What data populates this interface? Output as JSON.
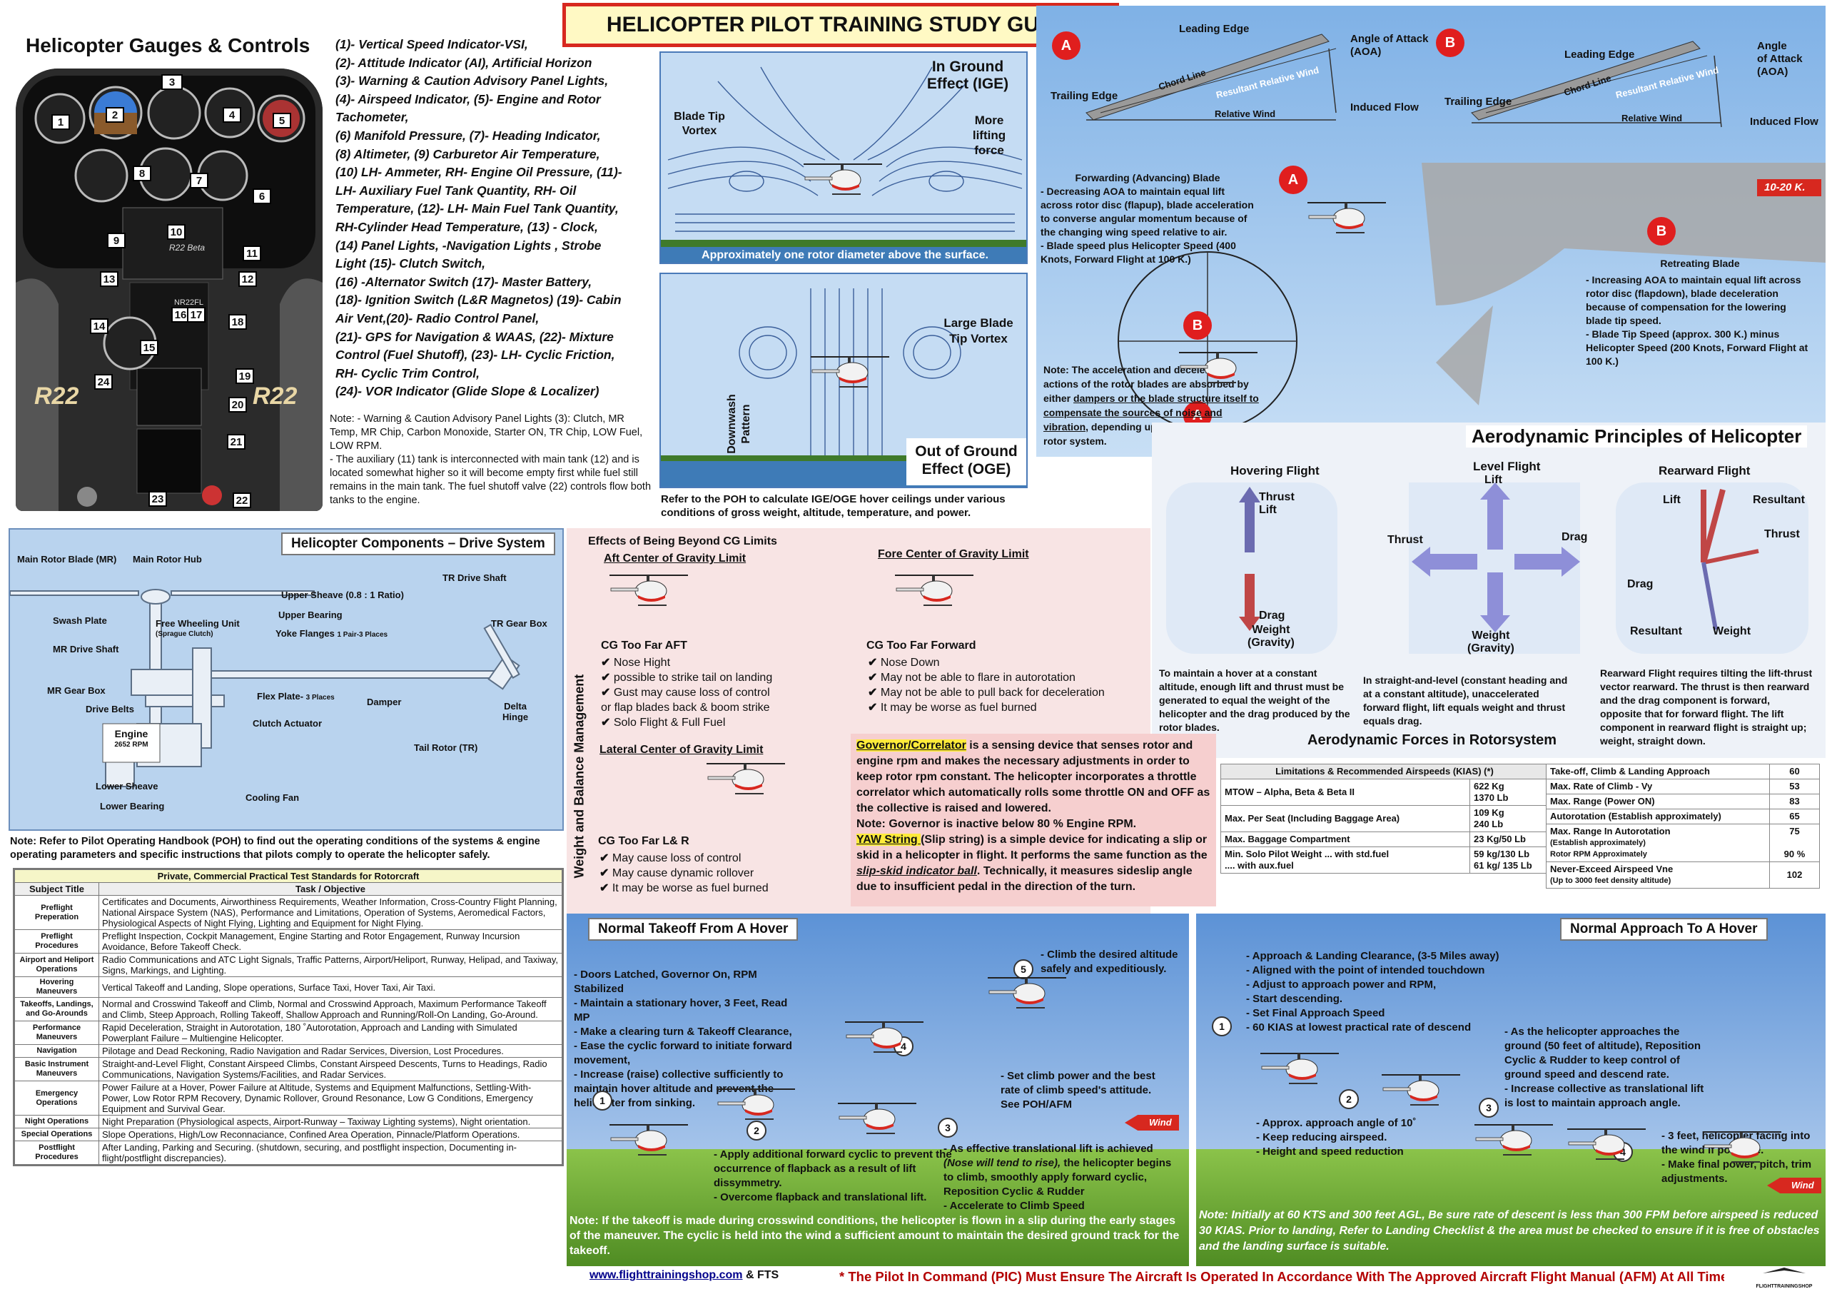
{
  "title": "HELICOPTER PILOT TRAINING STUDY GUIDE",
  "corner_number": "6",
  "gauges": {
    "heading": "Helicopter Gauges & Controls",
    "list": [
      "(1)- Vertical Speed Indicator-VSI,",
      "(2)- Attitude Indicator (AI), Artificial Horizon",
      "(3)- Warning & Caution Advisory Panel Lights,",
      "(4)- Airspeed Indicator, (5)- Engine and Rotor",
      "Tachometer,",
      "(6) Manifold Pressure, (7)- Heading Indicator,",
      "(8) Altimeter, (9) Carburetor Air Temperature,",
      "(10) LH- Ammeter, RH- Engine Oil Pressure, (11)-",
      "LH- Auxiliary Fuel Tank Quantity, RH- Oil",
      "Temperature, (12)- LH- Main Fuel Tank Quantity,",
      "RH-Cylinder Head Temperature, (13) - Clock,",
      "(14) Panel Lights, -Navigation Lights , Strobe",
      "Light (15)- Clutch Switch,",
      "(16) -Alternator Switch (17)- Master Battery,",
      "(18)- Ignition Switch (L&R Magnetos) (19)- Cabin",
      "Air Vent,(20)- Radio Control Panel,",
      "(21)- GPS for Navigation & WAAS, (22)- Mixture",
      "Control (Fuel Shutoff), (23)- LH- Cyclic Friction,",
      "RH- Cyclic Trim Control,",
      "(24)- VOR Indicator (Glide Slope & Localizer)"
    ],
    "note": "Note: - Warning & Caution Advisory Panel Lights (3): Clutch, MR Temp, MR Chip, Carbon Monoxide, Starter ON, TR Chip, LOW Fuel, LOW RPM.\n- The auxiliary (11) tank is interconnected with main tank (12) and is located somewhat higher so it will become empty first while fuel still remains in the main tank. The fuel shutoff valve (22) controls flow both tanks to the engine.",
    "panel_labels": [
      "1",
      "2",
      "3",
      "4",
      "5",
      "6",
      "7",
      "8",
      "9",
      "10",
      "11",
      "12",
      "13",
      "14",
      "15",
      "16",
      "17",
      "18",
      "19",
      "20",
      "21",
      "22",
      "23",
      "24"
    ],
    "r22": "R22",
    "tail_reg": "NR22FL",
    "r22_beta": "R22 Beta"
  },
  "ige": {
    "title": "In Ground\nEffect (IGE)",
    "blade_tip": "Blade Tip\nVortex",
    "more_lift": "More\nlifting\nforce",
    "caption": "Approximately one rotor diameter above the surface."
  },
  "oge": {
    "large_vortex": "Large Blade\nTip Vortex",
    "downwash": "Downwash\nPattern",
    "title": "Out of Ground\nEffect (OGE)",
    "note": "Refer to the POH to calculate IGE/OGE hover ceilings under various conditions of gross weight, altitude, temperature, and power."
  },
  "blades": {
    "A_label": "A",
    "B_label": "B",
    "leading_edge": "Leading Edge",
    "trailing_edge": "Trailing Edge",
    "chord_line": "Chord Line",
    "resultant_wind": "Resultant Relative Wind",
    "relative_wind": "Relative Wind",
    "aoa_a": "Angle of Attack\n(AOA)",
    "aoa_b": "Angle\nof Attack\n(AOA)",
    "induced_flow": "Induced Flow",
    "advancing_title": "Forwarding (Advancing) Blade",
    "advancing_text": "- Decreasing AOA to maintain equal lift across rotor disc (flapup), blade acceleration to converse angular momentum because of the changing wing speed relative to air.\n- Blade speed plus Helicopter Speed (400 Knots, Forward Flight at 100 K.)",
    "wind_speed": "10-20 K.",
    "retreating_title": "Retreating Blade",
    "retreating_text": "- Increasing AOA to maintain equal lift across rotor disc (flapdown), blade deceleration because of compensation for the lowering blade tip speed.\n- Blade Tip Speed (approx. 300 K.) minus Helicopter Speed (200 Knots, Forward Flight at 100 K.)",
    "note_pre": "Note: The acceleration and deceleration actions of the rotor blades are absorbed by either ",
    "note_ul": "dampers or the blade structure itself to compensate the sources of noise and vibration,",
    "note_post": " depending upon the design of the rotor system."
  },
  "aero": {
    "heading": "Aerodynamic Principles of Helicopter",
    "hover": {
      "title": "Hovering Flight",
      "thrust": "Thrust",
      "lift": "Lift",
      "drag": "Drag",
      "weight": "Weight\n(Gravity)",
      "text": "To maintain a hover at a constant altitude, enough lift and thrust must be generated to equal the weight of the helicopter and the drag produced by the rotor blades."
    },
    "level": {
      "title": "Level Flight",
      "lift": "Lift",
      "thrust": "Thrust",
      "drag": "Drag",
      "weight": "Weight\n(Gravity)",
      "text": "In straight-and-level (constant heading and at a constant altitude), unaccelerated forward flight, lift equals weight and thrust equals drag."
    },
    "rear": {
      "title": "Rearward Flight",
      "lift": "Lift",
      "resultant": "Resultant",
      "thrust": "Thrust",
      "drag": "Drag",
      "resultant2": "Resultant",
      "weight": "Weight",
      "text": "Rearward Flight requires tilting the lift-thrust vector rearward. The thrust is then rearward and the drag component is forward, opposite that for forward flight. The lift component in rearward flight is straight up; weight, straight down."
    },
    "forces": "Aerodynamic Forces in Rotorsystem"
  },
  "drive": {
    "heading": "Helicopter Components – Drive System",
    "labels": {
      "main_rotor_blade": "Main Rotor Blade (MR)",
      "main_rotor_hub": "Main Rotor Hub",
      "swash_plate": "Swash Plate",
      "mr_drive_shaft": "MR Drive Shaft",
      "mr_gear_box": "MR Gear Box",
      "drive_belts": "Drive Belts",
      "engine": "Engine",
      "engine_rpm": "2652 RPM",
      "lower_sheave": "Lower Sheave",
      "lower_bearing": "Lower Bearing",
      "cooling_fan": "Cooling Fan",
      "free_wheeling": "Free Wheeling Unit",
      "sprague": "(Sprague Clutch)",
      "upper_sheave": "Upper Sheave (0.8 : 1 Ratio)",
      "upper_bearing": "Upper Bearing",
      "yoke_flanges": "Yoke Flanges",
      "yoke_pairs": "1 Pair-3 Places",
      "flex_plate": "Flex Plate-",
      "flex_places": "3 Places",
      "clutch_actuator": "Clutch Actuator",
      "damper": "Damper",
      "tr_drive_shaft": "TR Drive Shaft",
      "tr_gear_box": "TR Gear Box",
      "delta_hinge": "Delta\nHinge",
      "tail_rotor": "Tail Rotor (TR)"
    },
    "note": "Note: Refer to Pilot Operating Handbook (POH) to find out the operating conditions of the systems & engine operating parameters and specific instructions that pilots comply to operate the helicopter safely."
  },
  "pts": {
    "title": "Private, Commercial Practical Test Standards for Rotorcraft",
    "col1": "Subject Title",
    "col2": "Task / Objective",
    "rows": [
      {
        "subject": "Preflight\nPreperation",
        "task": "Certificates and Documents, Airworthiness Requirements, Weather Information, Cross-Country Flight Planning, National Airspace System (NAS), Performance and Limitations, Operation of Systems, Aeromedical Factors, Physiological Aspects of Night Flying, Lighting and Equipment for Night Flying."
      },
      {
        "subject": "Preflight\nProcedures",
        "task": "Preflight Inspection, Cockpit Management, Engine Starting and Rotor Engagement, Runway Incursion Avoidance, Before Takeoff Check."
      },
      {
        "subject": "Airport and Heliport\nOperations",
        "task": "Radio Communications and ATC Light Signals, Traffic Patterns, Airport/Heliport, Runway, Helipad, and Taxiway, Signs, Markings, and Lighting."
      },
      {
        "subject": "Hovering\nManeuvers",
        "task": "Vertical Takeoff and Landing, Slope operations, Surface Taxi, Hover Taxi, Air Taxi."
      },
      {
        "subject": "Takeoffs, Landings,\nand Go-Arounds",
        "task": "Normal and Crosswind Takeoff and Climb, Normal and Crosswind Approach, Maximum Performance Takeoff and Climb, Steep Approach, Rolling Takeoff, Shallow Approach and Running/Roll-On Landing, Go-Around."
      },
      {
        "subject": "Performance\nManeuvers",
        "task": "Rapid Deceleration, Straight in Autorotation, 180 ˚Autorotation, Approach and Landing with Simulated Powerplant Failure – Multiengine Helicopter."
      },
      {
        "subject": "Navigation",
        "task": "Pilotage and Dead Reckoning, Radio Navigation and Radar Services, Diversion, Lost Procedures."
      },
      {
        "subject": "Basic Instrument\nManeuvers",
        "task": "Straight-and-Level Flight, Constant Airspeed Climbs, Constant Airspeed Descents, Turns to Headings, Radio Communications, Navigation Systems/Facilities, and Radar Services."
      },
      {
        "subject": "Emergency\nOperations",
        "task": "Power Failure at a Hover, Power Failure at Altitude, Systems and Equipment Malfunctions, Settling-With-Power, Low Rotor RPM Recovery, Dynamic Rollover, Ground Resonance, Low G Conditions, Emergency Equipment and Survival Gear."
      },
      {
        "subject": "Night Operations",
        "task": "Night Preparation (Physiological aspects, Airport-Runway – Taxiway Lighting systems), Night orientation."
      },
      {
        "subject": "Special Operations",
        "task": "Slope Operations, High/Low Reconnaciance, Confined Area Operation, Pinnacle/Platform Operations."
      },
      {
        "subject": "Postflight\nProcedures",
        "task": "After Landing, Parking and Securing. (shutdown, securing, and postflight inspection, Documenting in-flight/postflight discrepancies)."
      }
    ]
  },
  "cg": {
    "heading": "Effects of Being Beyond CG Limits",
    "side_label": "Weight and Balance Management",
    "aft": {
      "title": "Aft Center of Gravity Limit",
      "sub": "CG Too Far AFT",
      "items": [
        "Nose Hight",
        "possible to strike tail on landing",
        "Gust may cause loss of control\nor flap blades back & boom strike",
        "Solo Flight & Full Fuel"
      ]
    },
    "fore": {
      "title": "Fore Center of Gravity Limit",
      "sub": "CG Too Far Forward",
      "items": [
        "Nose Down",
        "May not be able to flare in autorotation",
        "May not be able to pull back for deceleration",
        "It may be worse as fuel burned"
      ]
    },
    "lateral": {
      "title": "Lateral Center of Gravity Limit",
      "sub": "CG Too Far L& R",
      "items": [
        "May cause loss of control",
        "May cause dynamic  rollover",
        "It may be worse as fuel burned"
      ]
    }
  },
  "governor": {
    "gov_term": "Governor/Correlator",
    "gov_text": " is a sensing device that senses rotor and engine rpm and makes the necessary adjustments in order to keep rotor rpm constant. The helicopter incorporates a throttle correlator which automatically rolls some throttle ON and OFF as the collective is raised and lowered.",
    "note": "Note: Governor is inactive below 80 % Engine RPM.",
    "yaw_term": "YAW String ",
    "yaw_text": "(Slip string) is a simple device for indicating a slip or skid in a helicopter in flight. It performs the same function as the ",
    "ball": "slip-skid indicator ball",
    "yaw_text2": ". Technically, it measures sideslip angle due to insufficient pedal in the direction of the turn."
  },
  "limits": {
    "header": "Limitations & Recommended  Airspeeds (KIAS) (*)",
    "rows": [
      {
        "label": "MTOW – Alpha, Beta & Beta II",
        "value": "622 Kg\n1370 Lb"
      },
      {
        "label": "Max. Per Seat (Including Baggage Area)",
        "value": "109 Kg\n240 Lb"
      },
      {
        "label": "Max. Baggage Compartment",
        "value": "23 Kg/50 Lb"
      },
      {
        "label": "Min. Solo Pilot Weight ... with std.fuel\n.... with aux.fuel",
        "value": "59 kg/130 Lb\n61 kg/ 135 Lb"
      }
    ],
    "speeds": [
      {
        "label": "Take-off, Climb & Landing Approach",
        "value": "60"
      },
      {
        "label": "Max. Rate of Climb - Vy",
        "value": "53"
      },
      {
        "label": "Max. Range (Power ON)",
        "value": "83"
      },
      {
        "label": "Autorotation (Establish approximately)",
        "value": "65"
      },
      {
        "label": "Max. Range In Autorotation",
        "sub": "(Establish approximately)\nRotor RPM Approximately",
        "value": "75\n\n90 %"
      },
      {
        "label": "Never-Exceed Airspeed Vne",
        "sub": "(Up to 3000 feet density altitude)",
        "value": "102"
      }
    ]
  },
  "takeoff": {
    "heading": "Normal Takeoff From A Hover",
    "step1": "- Doors Latched, Governor On, RPM Stabilized\n- Maintain a stationary hover, 3 Feet, Read MP\n- Make a clearing turn & Takeoff Clearance,\n- Ease the cyclic forward to initiate forward movement,\n- Increase (raise) collective sufficiently to maintain hover altitude and prevent the helicopter from sinking.",
    "step2": "- Apply additional forward cyclic to prevent the occurrence of flapback as a result of lift dissymmetry.\n- Overcome flapback and translational lift.",
    "step3_a": "- As effective translational lift is achieved ",
    "step3_i": "(Nose will tend to rise),",
    "step3_b": " the helicopter begins to climb, smoothly apply forward cyclic, Reposition Cyclic & Rudder\n- Accelerate to Climb Speed",
    "step4": "- Set climb power and the best rate of climb speed's attitude. See POH/AFM",
    "step5": "- Climb the desired altitude safely and expeditiously.",
    "wind": "Wind",
    "note": "Note: If the takeoff is made during crosswind conditions, the helicopter is flown in a slip during the early stages of the maneuver. The cyclic is held into the wind a sufficient amount to maintain the desired ground track for the takeoff.",
    "n1": "1",
    "n2": "2",
    "n3": "3",
    "n4": "4",
    "n5": "5"
  },
  "approach": {
    "heading": "Normal Approach To A Hover",
    "step1": "- Approach & Landing Clearance, (3-5 Miles away)\n- Aligned with the point of intended touchdown\n- Adjust to approach power and RPM,\n- Start descending.\n- Set Final Approach Speed\n- 60 KIAS at lowest practical rate of descend",
    "step2": "- Approx. approach angle of 10˚\n- Keep reducing airspeed.\n- Height and speed reduction",
    "step3": "- As the helicopter approaches the ground (50 feet of altitude), Reposition Cyclic & Rudder to keep control of ground speed and descend rate.\n- Increase collective as translational lift is lost to maintain approach angle.",
    "step4": "- 3 feet, helicopter facing into the wind if possible.\n- Make final power, pitch, trim adjustments.",
    "wind": "Wind",
    "note": "Note: Initially at 60 KTS and 300 feet AGL, Be sure rate of descent is less than 300 FPM before airspeed is reduced 30 KIAS. Prior to landing, Refer to Landing Checklist & the area must be checked to ensure if it is free of obstacles and the landing surface is suitable.",
    "n1": "1",
    "n2": "2",
    "n3": "3",
    "n4": "4"
  },
  "footer": {
    "website": "www.flighttrainingshop.com",
    "fts": " & FTS",
    "pic": "* The Pilot In Command (PIC) Must Ensure The Aircraft Is Operated In Accordance With The Approved Aircraft Flight Manual (AFM) At All Times.",
    "logo_text": "FLIGHTTRAININGSHOP"
  },
  "colors": {
    "accent_red": "#d7281f",
    "panel_blue": "#cfe0f2",
    "title_yellow": "#fff9c4",
    "green": "#6ea83a"
  }
}
